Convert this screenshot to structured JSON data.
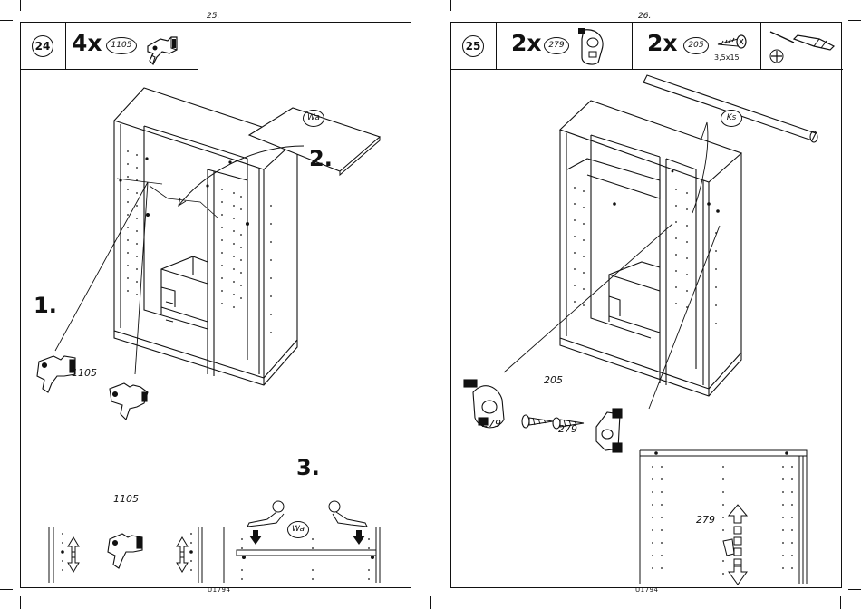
{
  "left_page": {
    "page_number": "25.",
    "footer": "U1794",
    "step": {
      "number": "24",
      "quantity": "4x",
      "part_ref": "1105"
    },
    "callouts": {
      "one": "1.",
      "two": "2.",
      "three": "3.",
      "part_label_main": "1105",
      "part_label_detail": "1105",
      "shelf_ref": "Wa",
      "shelf_ref_detail": "Wa"
    }
  },
  "right_page": {
    "page_number": "26.",
    "footer": "U1794",
    "step": {
      "number": "25",
      "quantity_a": "2x",
      "part_ref_a": "279",
      "quantity_b": "2x",
      "part_ref_b": "205",
      "screw_size": "3,5x15"
    },
    "callouts": {
      "rail_ref": "Ks",
      "part_205": "205",
      "part_279_left": "279",
      "part_279_right": "279",
      "part_279_detail": "279"
    }
  },
  "icons": [
    "screwdriver-icon",
    "phillips-head-icon",
    "arrow-up-icon",
    "arrow-down-icon",
    "hand-icon"
  ]
}
